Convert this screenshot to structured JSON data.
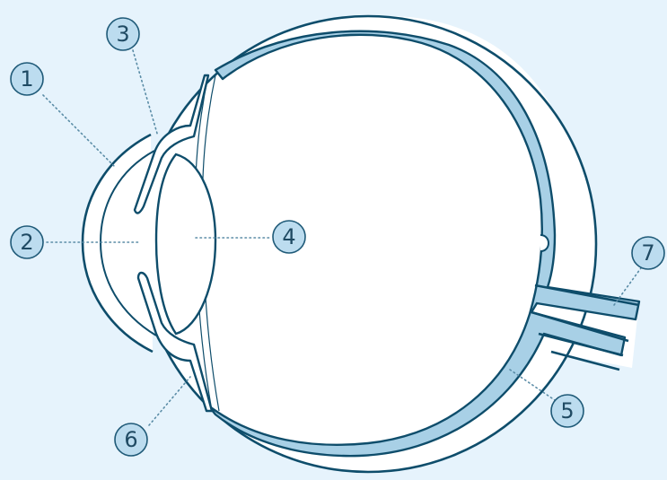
{
  "diagram": {
    "colors": {
      "background": "#e6f3fc",
      "outline": "#0e4d6b",
      "fill_white": "#ffffff",
      "choroid_fill": "#a8d0e6",
      "callout_fill": "#bcdcef",
      "callout_text": "#1f4a63",
      "leader": "#5a8ca6"
    },
    "callouts": [
      {
        "id": "1",
        "label": "1"
      },
      {
        "id": "2",
        "label": "2"
      },
      {
        "id": "3",
        "label": "3"
      },
      {
        "id": "4",
        "label": "4"
      },
      {
        "id": "5",
        "label": "5"
      },
      {
        "id": "6",
        "label": "6"
      },
      {
        "id": "7",
        "label": "7"
      }
    ]
  }
}
